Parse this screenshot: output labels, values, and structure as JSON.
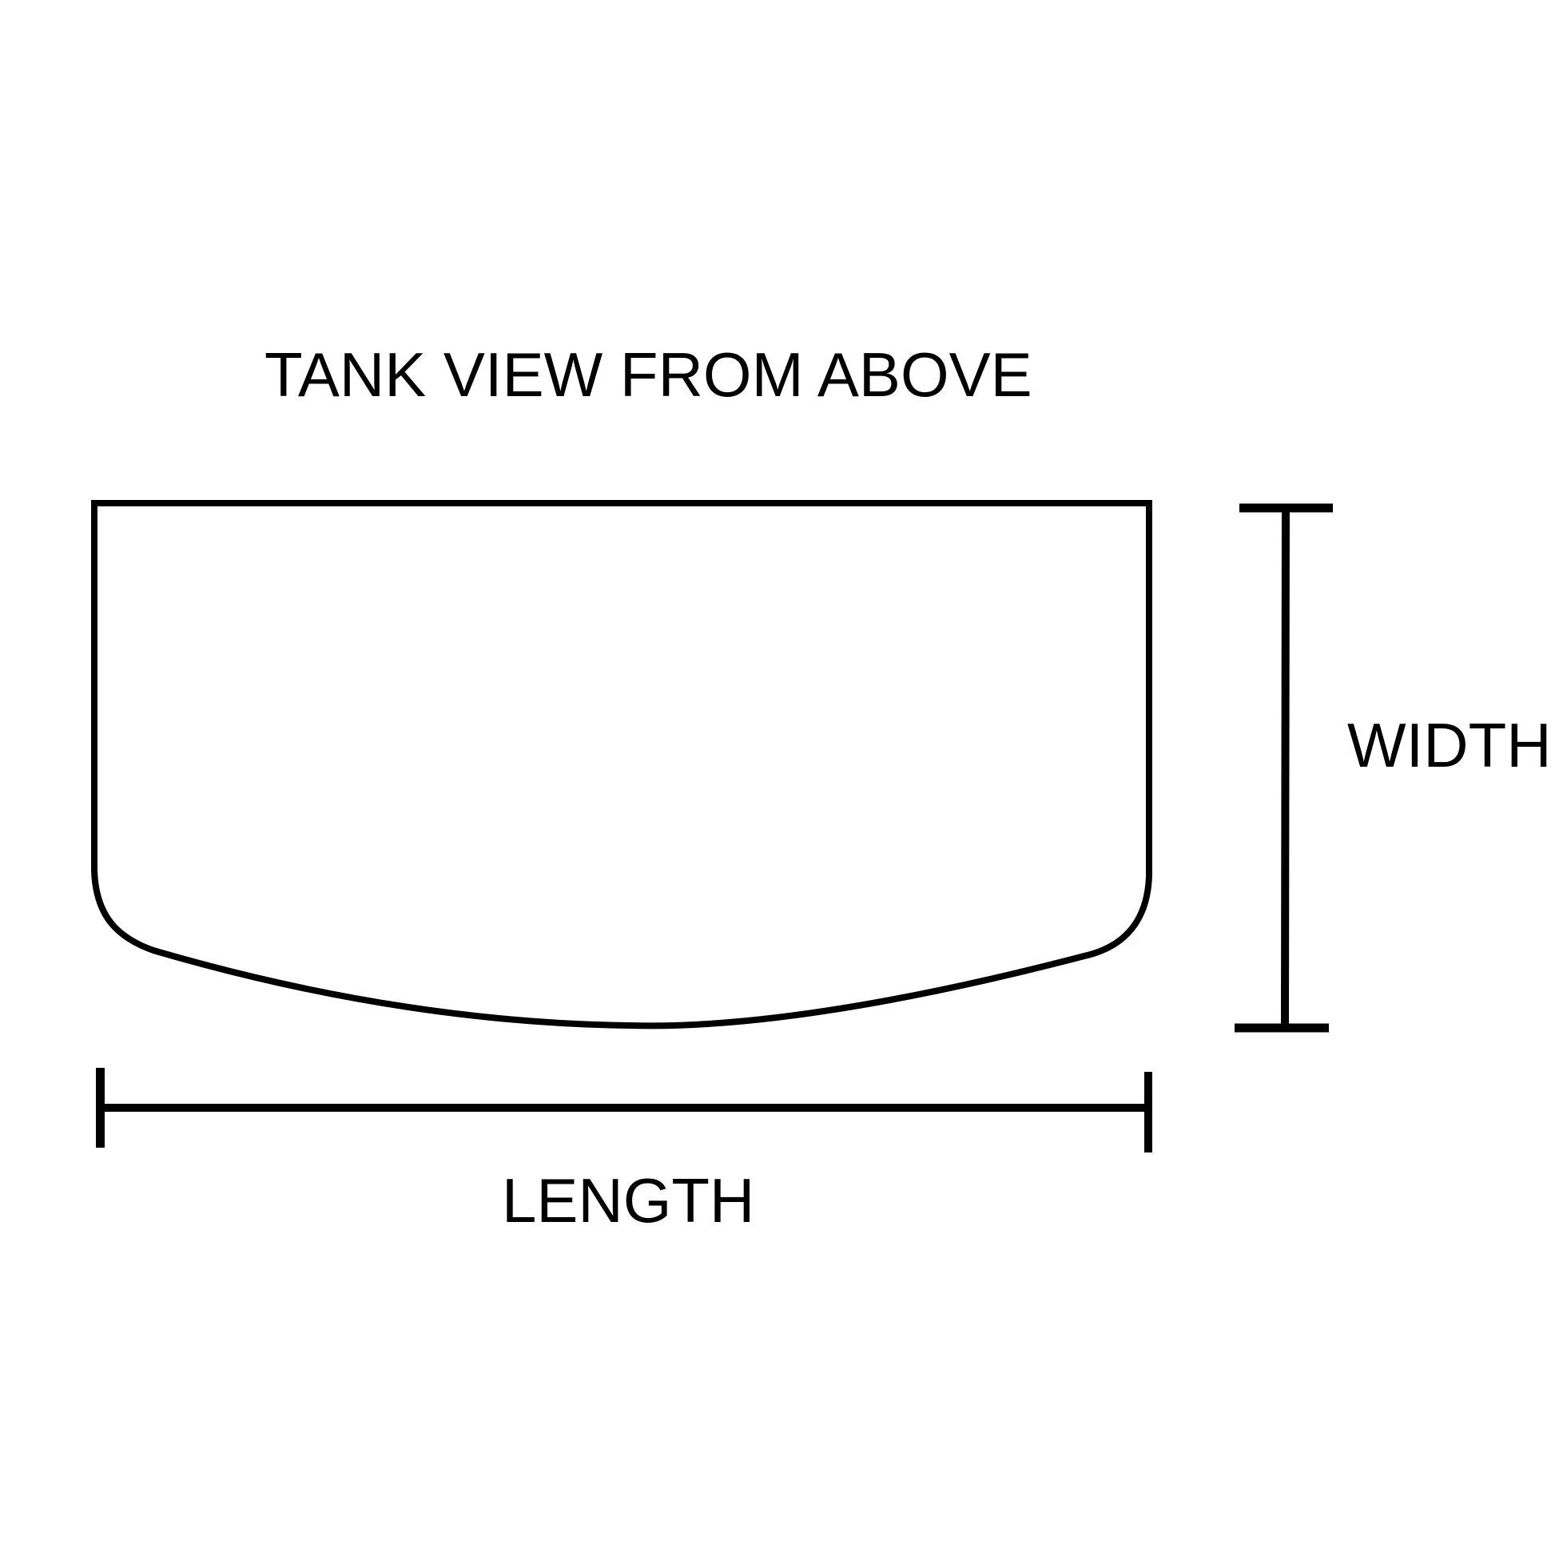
{
  "diagram": {
    "title": "TANK VIEW FROM ABOVE",
    "labels": {
      "width": "WIDTH",
      "length": "LENGTH"
    },
    "colors": {
      "background": "#ffffff",
      "stroke": "#000000",
      "text": "#000000"
    },
    "shapes": {
      "tank_outline": "Tank footprint seen from above: straight back edge and sides, rounded front corners, and a gently bowed front panel",
      "width_dimension": "Vertical dimension line with end caps to the right of the tank",
      "length_dimension": "Horizontal dimension line with end ticks below the tank"
    }
  }
}
